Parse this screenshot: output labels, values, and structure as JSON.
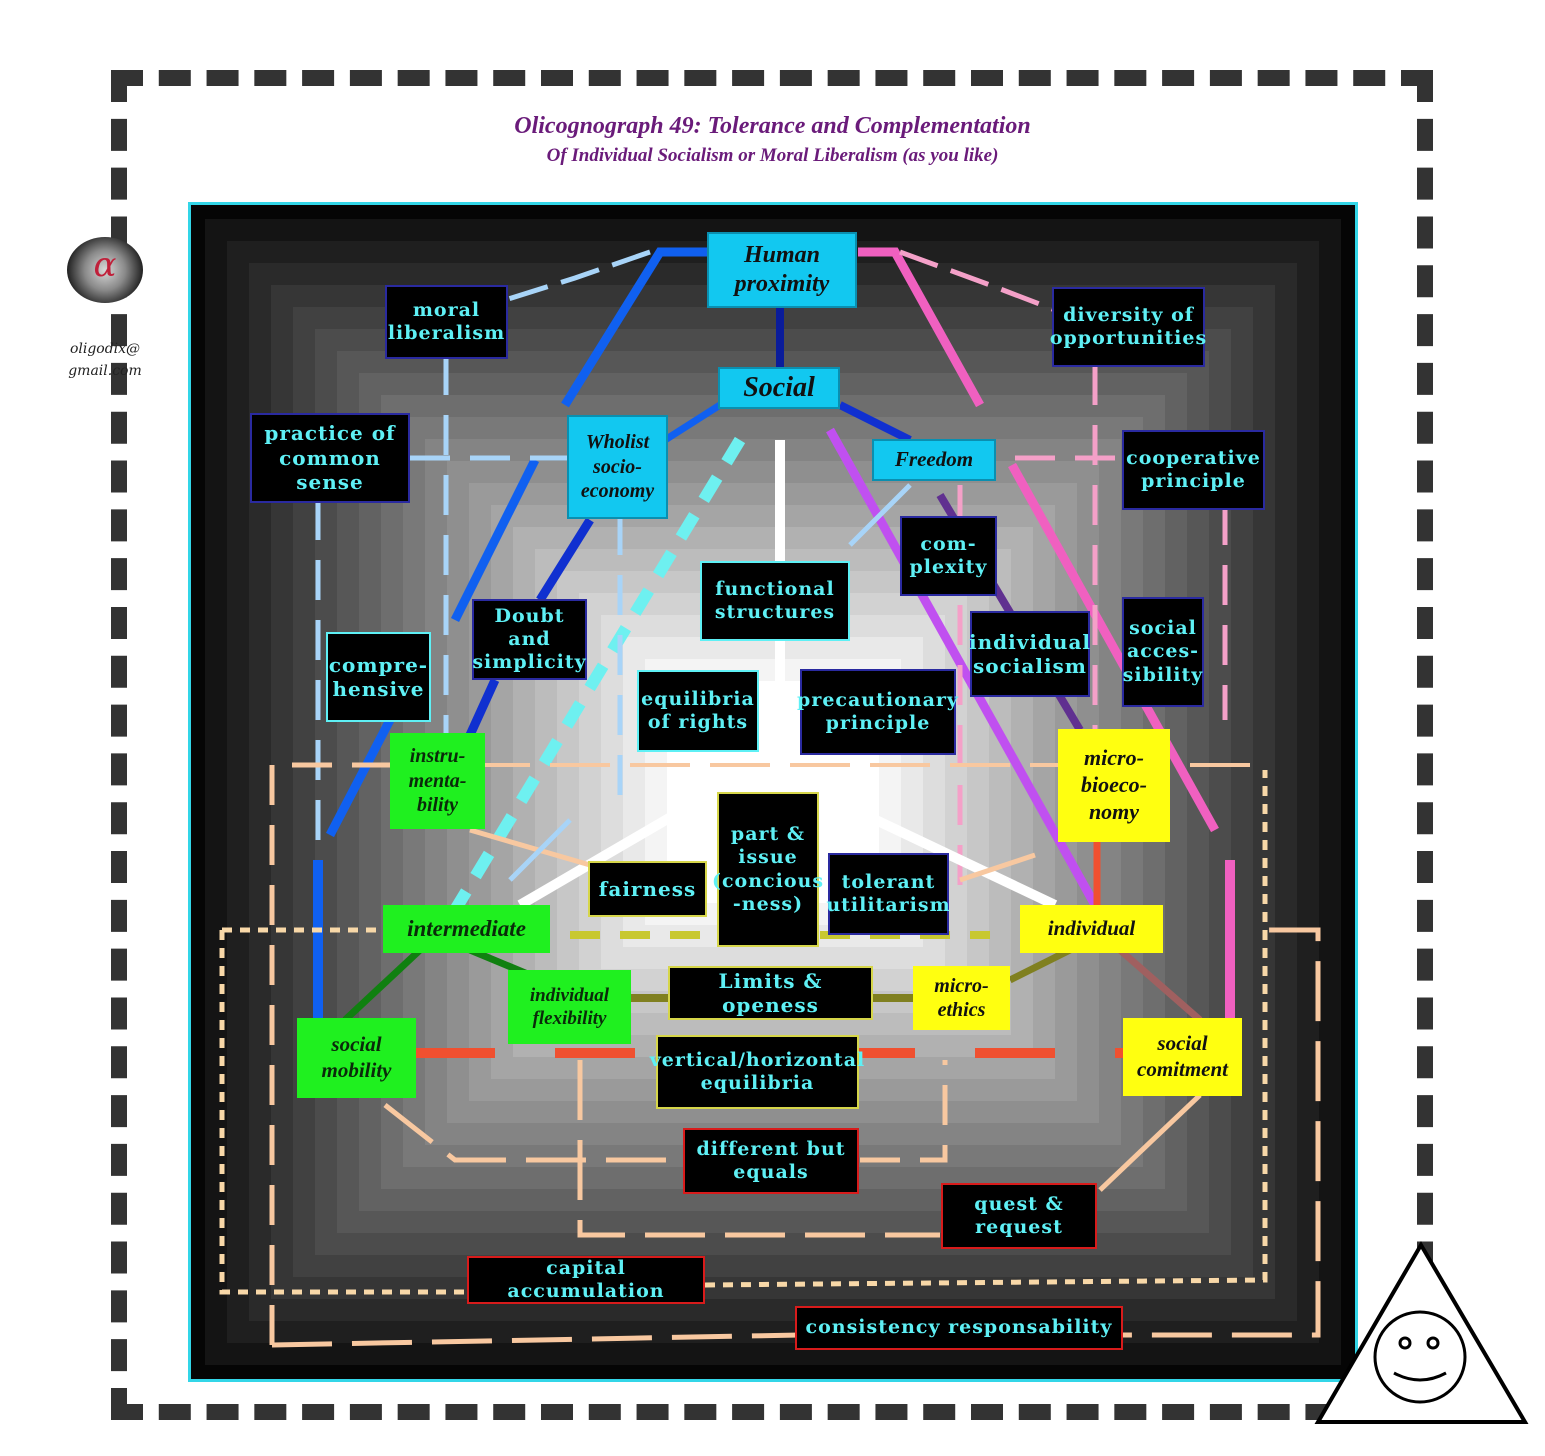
{
  "title": "Olicognograph 49: Tolerance and Complementation",
  "subtitle": "Of Individual Socialism or Moral Liberalism (as you like)",
  "contact": {
    "line1": "oligodix@",
    "line2": "gmail.com"
  },
  "logo_glyph": "α",
  "nodes": {
    "human_proximity": "Human\nproximity",
    "social": "Social",
    "moral_liberalism": "moral\nliberalism",
    "diversity": "diversity of\nopportunities",
    "common_sense": "practice of\ncommon sense",
    "wholist": "Wholist\nsocio-\neconomy",
    "freedom": "Freedom",
    "cooperative": "cooperative\nprinciple",
    "complexity": "com-\nplexity",
    "functional": "functional\nstructures",
    "doubt": "Doubt and\nsimplicity",
    "comprehensive": "compre-\nhensive",
    "individual_socialism": "individual\nsocialism",
    "accessibility": "social\nacces-\nsibility",
    "equilibria_rights": "equilibria\nof rights",
    "precautionary": "precautionary\nprinciple",
    "instrumentability": "instru-\nmenta-\nbility",
    "micro_bioeconomy": "micro-\nbioeco-\nnomy",
    "part_issue": "part &\nissue\n(concious\n-ness)",
    "fairness": "fairness",
    "tolerant": "tolerant\nutilitarism",
    "intermediate": "intermediate",
    "individual": "individual",
    "flexibility": "individual\nflexibility",
    "limits": "Limits & openess",
    "micro_ethics": "micro-\nethics",
    "social_mobility": "social\nmobility",
    "vertical": "vertical/horizontal\nequilibria",
    "social_commitment": "social\ncomitment",
    "different": "different but\nequals",
    "quest": "quest &\nrequest",
    "capital": "capital accumulation",
    "consistency": "consistency responsability"
  },
  "colors": {
    "frame_border": "#33d6e8",
    "title_color": "#6a1b7a",
    "cyan_box": "#12c8f0",
    "green_box": "#1ff01f",
    "yellow_box": "#ffff10",
    "dashed_frame": "#333333"
  },
  "icons": {
    "logo": "circular-emblem-icon",
    "corner": "smiley-triangle-icon"
  }
}
